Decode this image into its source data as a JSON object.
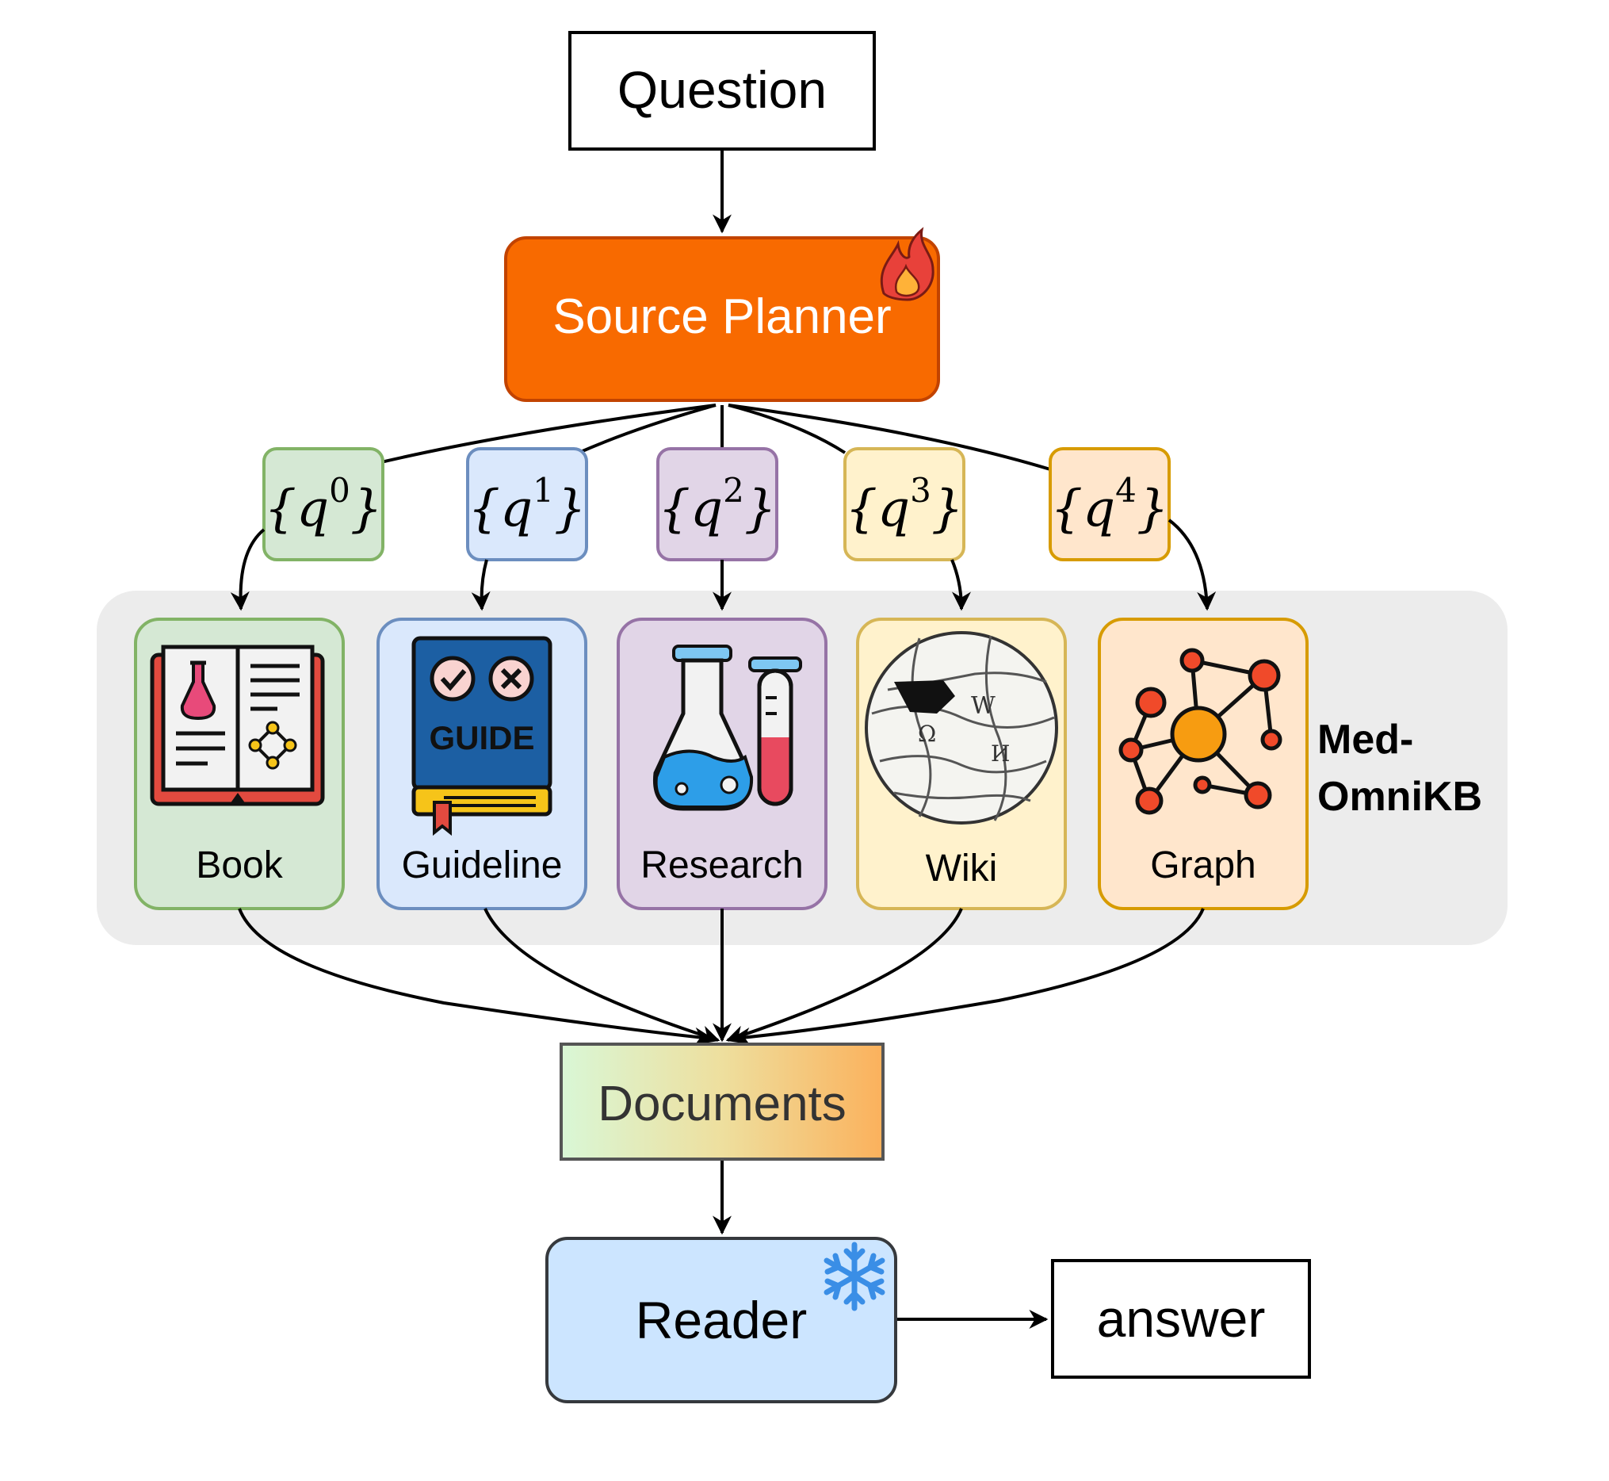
{
  "nodes": {
    "question": "Question",
    "planner": "Source Planner",
    "documents": "Documents",
    "reader": "Reader",
    "answer": "answer"
  },
  "kb_label_line1": "Med-",
  "kb_label_line2": "OmniKB",
  "queries": [
    {
      "open": "{",
      "var": "q",
      "sup": "0",
      "close": "}"
    },
    {
      "open": "{",
      "var": "q",
      "sup": "1",
      "close": "}"
    },
    {
      "open": "{",
      "var": "q",
      "sup": "2",
      "close": "}"
    },
    {
      "open": "{",
      "var": "q",
      "sup": "3",
      "close": "}"
    },
    {
      "open": "{",
      "var": "q",
      "sup": "4",
      "close": "}"
    }
  ],
  "sources": [
    {
      "label": "Book",
      "icon": "book-icon"
    },
    {
      "label": "Guideline",
      "icon": "guide-book-icon"
    },
    {
      "label": "Research",
      "icon": "lab-flask-icon"
    },
    {
      "label": "Wiki",
      "icon": "wikipedia-globe-icon"
    },
    {
      "label": "Graph",
      "icon": "network-graph-icon"
    }
  ],
  "guide_text": "GUIDE",
  "colors": {
    "planner": "#f86a00",
    "reader": "#cce5ff",
    "book": "#d5e8d4",
    "guideline": "#dae8fc",
    "research": "#e1d5e7",
    "wiki": "#fff2cc",
    "graph": "#ffe6cc",
    "kb_background": "#ececec"
  }
}
